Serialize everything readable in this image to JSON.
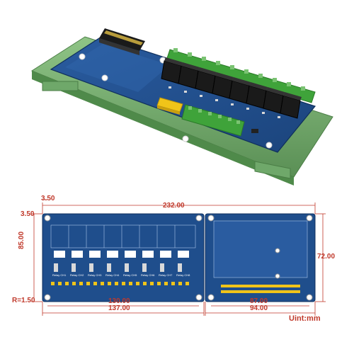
{
  "dimensions": {
    "top_offset": "3.50",
    "left_offset": "3.50",
    "total_width": "232.00",
    "left_height": "85.00",
    "right_height": "72.00",
    "corner_radius": "R=1.50",
    "left_inner_width": "130.00",
    "left_outer_width": "137.00",
    "right_inner_width": "87.00",
    "right_outer_width": "94.00"
  },
  "unit_label": "Uint:mm",
  "relay_labels": [
    "Relay CH1",
    "Relay CH2",
    "Relay CH3",
    "Relay CH4",
    "Relay CH5",
    "Relay CH6",
    "Relay CH7",
    "Relay CH8"
  ],
  "colors": {
    "pcb_blue": "#1f4e8c",
    "rail_green": "#6fa86a",
    "dimension_red": "#c0392b",
    "relay_black": "#1a1a1a",
    "terminal_green": "#3fa33a"
  }
}
